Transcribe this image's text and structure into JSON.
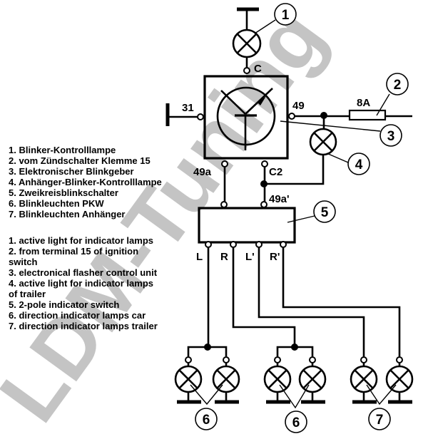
{
  "watermark": "LDM-Tuning",
  "legend_de": [
    "1. Blinker-Kontrolllampe",
    "2. vom Zündschalter Klemme 15",
    "3. Elektronischer Blinkgeber",
    "4. Anhänger-Blinker-Kontrolllampe",
    "5. Zweikreisblinkschalter",
    "6. Blinkleuchten PKW",
    "7. Blinkleuchten Anhänger"
  ],
  "legend_en_lines": [
    "1. active light for indicator lamps",
    "2. from terminal 15 of ignition",
    "switch",
    "3. electronical flasher control unit",
    "4. active light for indicator lamps",
    "of trailer",
    "5. 2-pole indicator switch",
    "6. direction indicator lamps car",
    "7. direction indicator lamps trailer"
  ],
  "terminals": {
    "c": "C",
    "t31": "31",
    "t49": "49",
    "t49a": "49a",
    "c2": "C2",
    "t49a_prime": "49a'",
    "l": "L",
    "r": "R",
    "l_prime": "L'",
    "r_prime": "R'"
  },
  "fuse_label": "8A",
  "callouts": [
    "1",
    "2",
    "3",
    "4",
    "5",
    "6",
    "6",
    "7"
  ]
}
